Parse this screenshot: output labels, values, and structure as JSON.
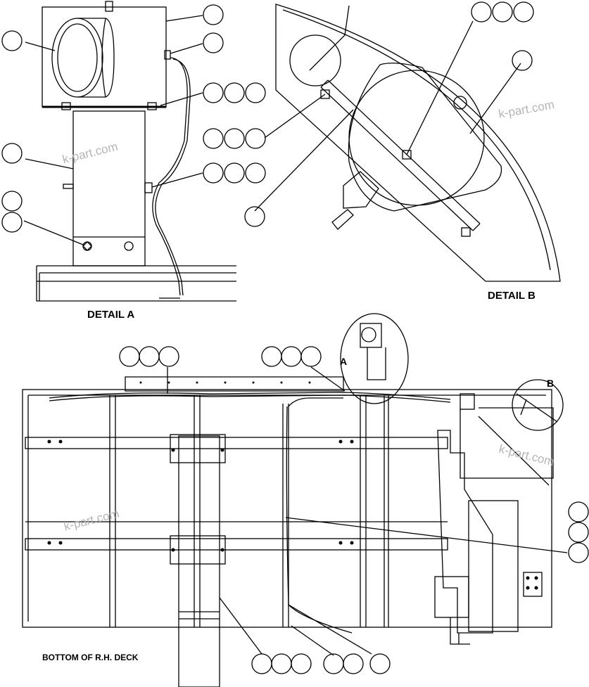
{
  "labels": {
    "detail_a": "DETAIL A",
    "detail_b": "DETAIL B",
    "bottom_deck": "BOTTOM OF R.H. DECK",
    "callout_a": "A",
    "callout_b": "B"
  },
  "watermark": "k-part.com",
  "colors": {
    "line": "#000000",
    "watermark": "#b5b5b5",
    "background": "#ffffff"
  }
}
